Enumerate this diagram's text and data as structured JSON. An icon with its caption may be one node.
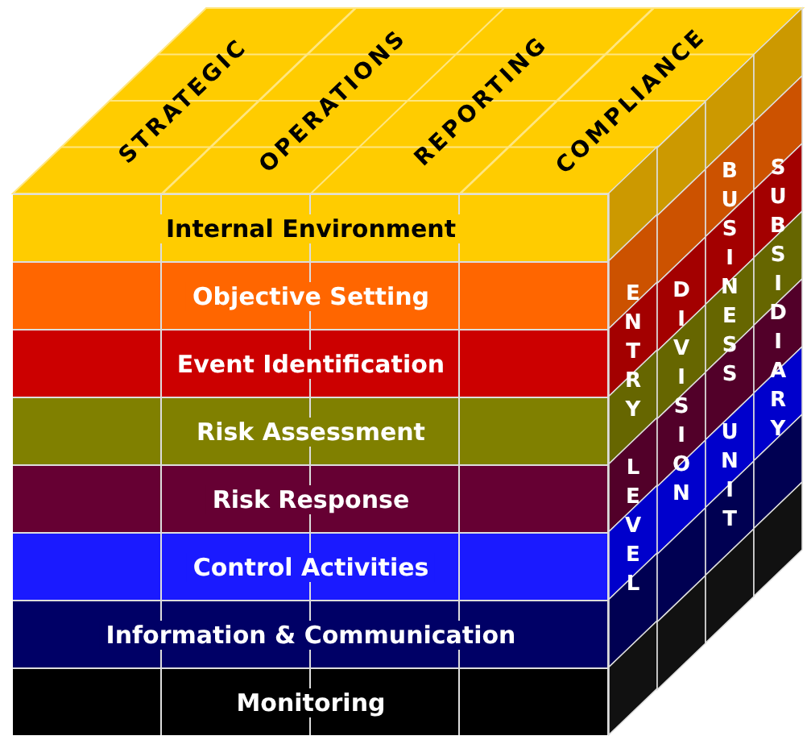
{
  "diagram": {
    "nodes": [
      {
        "text": [
          "STRATEGIC"
        ]
      },
      {
        "text": [
          "OPERATIONS"
        ]
      },
      {
        "text": [
          "REPORTING"
        ]
      },
      {
        "text": [
          "COMPLIANCE"
        ]
      },
      {
        "text": [
          "Internal Environment"
        ]
      },
      {
        "text": [
          "Objective Setting"
        ]
      },
      {
        "text": [
          "Event Identification"
        ]
      },
      {
        "text": [
          "Risk Assessment"
        ]
      },
      {
        "text": [
          "Risk Response"
        ]
      },
      {
        "text": [
          "Control Activities"
        ]
      },
      {
        "text": [
          "Information & Communication"
        ]
      },
      {
        "text": [
          "Monitoring"
        ]
      },
      {
        "text": [
          "ENTRY LEVEL"
        ]
      },
      {
        "text": [
          "DIVISION"
        ]
      },
      {
        "text": [
          "BUSINESS UNIT"
        ]
      },
      {
        "text": [
          "SUBSIDIARY"
        ]
      }
    ],
    "edges": []
  }
}
